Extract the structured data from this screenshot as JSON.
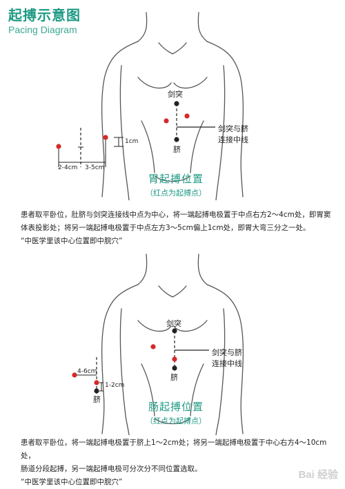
{
  "header": {
    "title": "起搏示意图",
    "subtitle": "Pacing Diagram"
  },
  "colors": {
    "accent": "#1e9a84",
    "red_dot": "#d42a2a",
    "outline": "#555555"
  },
  "gastric": {
    "labels": {
      "xiphoid": "剑突",
      "navel": "脐",
      "line_label_1": "剑突与脐",
      "line_label_2": "连接中线",
      "dist_left": "2-4cm",
      "dist_right": "3-5cm",
      "dist_vertical": "1cm"
    },
    "caption_main": "胃起搏位置",
    "caption_sub": "（红点为起搏点）",
    "description": [
      "患者取平卧位，肚脐与剑突连接线中点为中心，将一端起搏电极置于中点右方2～4cm处，即胃窦",
      "体表投影处；将另一端起搏电极置于中点左方3～5cm偏上1cm处，即胃大弯三分之一处。",
      "“中医学里该中心位置即中脘穴”"
    ]
  },
  "intestinal": {
    "labels": {
      "xiphoid": "剑突",
      "navel": "脐",
      "line_label_1": "剑突与脐",
      "line_label_2": "连接中线",
      "dist_horizontal": "4-6cm",
      "dist_vertical": "1-2cm",
      "navel_small": "脐"
    },
    "caption_main": "肠起搏位置",
    "caption_sub": "（红点为起搏点）",
    "description": [
      "患者取平卧位，将一端起搏电极置于脐上1～2cm处；将另一端起搏电极置于中心右方4～10cm处，",
      "肠道分段起搏，另一端起搏电极可分次分不同位置选取。",
      "“中医学里该中心位置即中脘穴”"
    ]
  },
  "watermark": "Bai 经验"
}
